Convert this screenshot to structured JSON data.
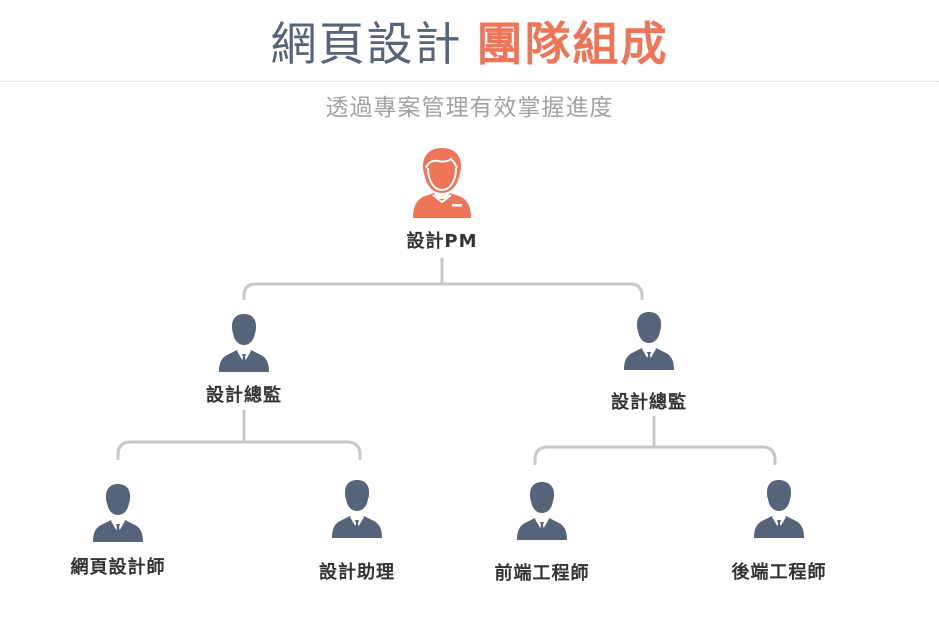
{
  "header": {
    "title_part1": "網頁設計",
    "title_part2": "團隊組成",
    "subtitle": "透過專案管理有效掌握進度"
  },
  "colors": {
    "title_gray": "#56647a",
    "accent_orange": "#ee7558",
    "member_icon": "#56647a",
    "connector": "#c8c8c8",
    "subtitle_gray": "#a3a3a3"
  },
  "org_chart": {
    "root": {
      "label": "設計PM",
      "icon": "person-orange-icon"
    },
    "directors": [
      {
        "label": "設計總監",
        "icon": "businessman-icon",
        "reports": [
          {
            "label": "網頁設計師",
            "icon": "businessman-icon"
          },
          {
            "label": "設計助理",
            "icon": "businessman-icon"
          }
        ]
      },
      {
        "label": "設計總監",
        "icon": "businessman-icon",
        "reports": [
          {
            "label": "前端工程師",
            "icon": "businessman-icon"
          },
          {
            "label": "後端工程師",
            "icon": "businessman-icon"
          }
        ]
      }
    ]
  }
}
